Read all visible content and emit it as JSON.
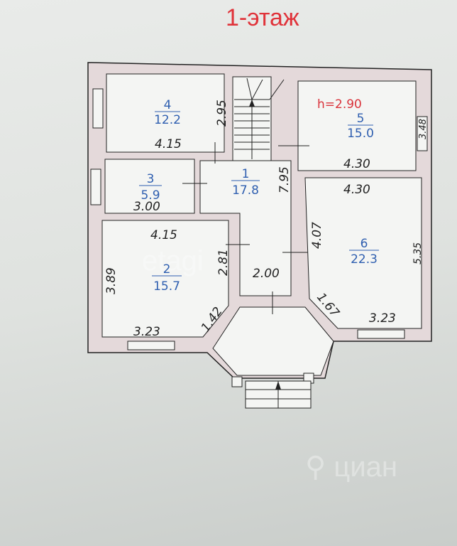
{
  "title": "1-этаж",
  "ceiling_height": "h=2.90",
  "rooms": [
    {
      "number": "1",
      "area": "17.8"
    },
    {
      "number": "2",
      "area": "15.7"
    },
    {
      "number": "3",
      "area": "5.9"
    },
    {
      "number": "4",
      "area": "12.2"
    },
    {
      "number": "5",
      "area": "15.0"
    },
    {
      "number": "6",
      "area": "22.3"
    }
  ],
  "dimensions": {
    "room4_width": "4.15",
    "room4_depth": "2.95",
    "room3_width": "3.00",
    "hall_length": "7.95",
    "hall_width": "2.00",
    "room5_width": "4.30",
    "room5_depth": "3.48",
    "room6_width": "4.30",
    "room6_depth": "5.35",
    "room6_bottom": "3.23",
    "room6_side": "4.07",
    "room2_width": "4.15",
    "room2_depth": "3.89",
    "room2_bottom": "3.23",
    "room2_side": "2.81",
    "bay_left": "1.42",
    "bay_right": "1.67"
  },
  "watermark": {
    "logo": "циан",
    "logo2": "etagi"
  }
}
